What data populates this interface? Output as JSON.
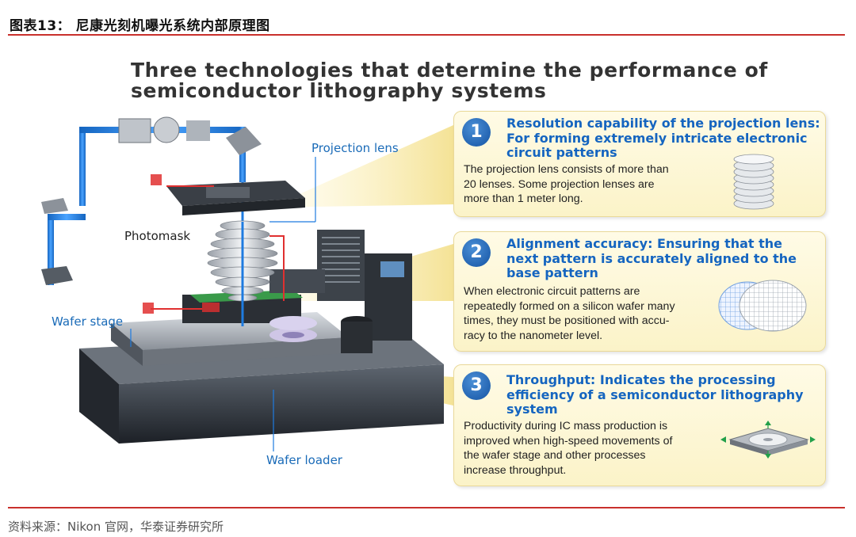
{
  "page_title": "图表13：  尼康光刻机曝光系统内部原理图",
  "source_note": "资料来源：Nikon 官网，华泰证券研究所",
  "headline": {
    "line1": "Three technologies that determine the performance of",
    "line2": "semiconductor lithography systems"
  },
  "machine_labels": {
    "projection_lens": "Projection lens",
    "photomask": "Photomask",
    "wafer_stage": "Wafer stage",
    "wafer_loader": "Wafer loader"
  },
  "panels": [
    {
      "number": "1",
      "title_lines": [
        "Resolution capability of the projection lens:",
        "For forming extremely intricate electronic",
        "circuit patterns"
      ],
      "body_lines": [
        "The projection lens consists of more than",
        "20 lenses. Some projection lenses are",
        "more than 1 meter long."
      ],
      "icon": "lens-stack-icon"
    },
    {
      "number": "2",
      "title_lines": [
        "Alignment accuracy: Ensuring that the",
        "next pattern is accurately aligned to the",
        "base pattern"
      ],
      "body_lines": [
        "When electronic circuit patterns are",
        "repeatedly formed on a silicon wafer many",
        "times, they must be positioned with accu-",
        "racy to the nanometer level."
      ],
      "icon": "wafer-alignment-icon"
    },
    {
      "number": "3",
      "title_lines": [
        "Throughput: Indicates the processing",
        "efficiency of a semiconductor lithography",
        "system"
      ],
      "body_lines": [
        "Productivity during IC mass production is",
        "improved when high-speed movements of",
        "the wafer stage and other processes",
        "increase throughput."
      ],
      "icon": "wafer-stage-movement-icon"
    }
  ],
  "colors": {
    "rule": "#c9302c",
    "accent_blue": "#1565c0",
    "panel_bg": "#fbf3c8",
    "laser_red": "#e03030",
    "beam_blue": "#1e7be0"
  }
}
